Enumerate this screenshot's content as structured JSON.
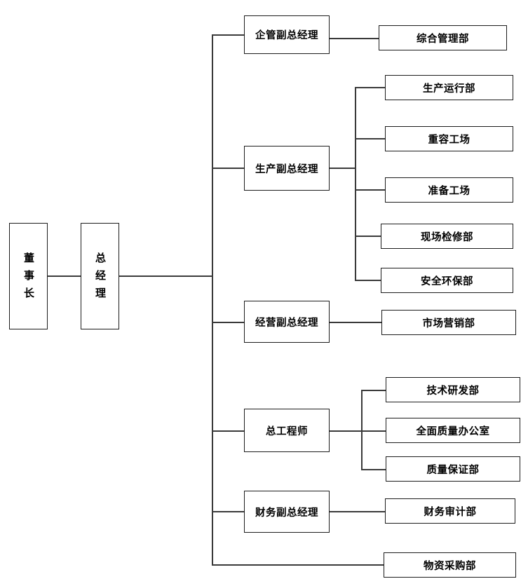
{
  "diagram": {
    "type": "organization-chart",
    "title": "",
    "orientation": "left-to-right",
    "line_color": "#3a3a3a",
    "box_border_color": "#1c1c1c",
    "background": "#ffffff"
  },
  "nodes": {
    "chairman": {
      "label": "董事长",
      "level": 1,
      "orientation": "vertical"
    },
    "general_manager": {
      "label": "总经理",
      "level": 1,
      "orientation": "vertical"
    },
    "deputies": [
      {
        "id": "qiguan",
        "label": "企管副总经理",
        "level": 2
      },
      {
        "id": "shengchan",
        "label": "生产副总经理",
        "level": 2
      },
      {
        "id": "jingying",
        "label": "经营副总经理",
        "level": 2
      },
      {
        "id": "zonggong",
        "label": "总工程师",
        "level": 2
      },
      {
        "id": "caiwu",
        "label": "财务副总经理",
        "level": 2
      }
    ],
    "departments": [
      {
        "id": "zonghe",
        "label": "综合管理部",
        "parent": "qiguan",
        "level": 3
      },
      {
        "id": "shengchanyunxing",
        "label": "生产运行部",
        "parent": "shengchan",
        "level": 3
      },
      {
        "id": "zhongrong",
        "label": "重容工场",
        "parent": "shengchan",
        "level": 3
      },
      {
        "id": "zhunbei",
        "label": "准备工场",
        "parent": "shengchan",
        "level": 3
      },
      {
        "id": "xianchang",
        "label": "现场检修部",
        "parent": "shengchan",
        "level": 3
      },
      {
        "id": "anquan",
        "label": "安全环保部",
        "parent": "shengchan",
        "level": 3
      },
      {
        "id": "shichang",
        "label": "市场营销部",
        "parent": "jingying",
        "level": 3
      },
      {
        "id": "jishu",
        "label": "技术研发部",
        "parent": "zonggong",
        "level": 3
      },
      {
        "id": "quanmian",
        "label": "全面质量办公室",
        "parent": "zonggong",
        "level": 3
      },
      {
        "id": "zhiliang",
        "label": "质量保证部",
        "parent": "zonggong",
        "level": 3
      },
      {
        "id": "caiwushenji",
        "label": "财务审计部",
        "parent": "caiwu",
        "level": 3
      },
      {
        "id": "wuzi",
        "label": "物资采购部",
        "parent": "general_manager",
        "level": 3
      }
    ]
  }
}
